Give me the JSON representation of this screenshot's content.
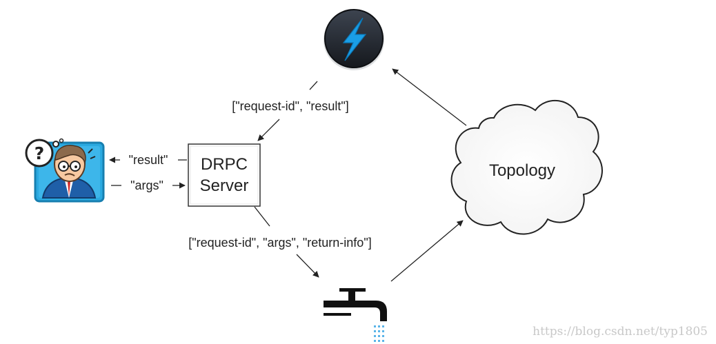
{
  "title_fragment": "",
  "server": {
    "line1": "DRPC",
    "line2": "Server"
  },
  "cloud": {
    "label": "Topology"
  },
  "edges": {
    "to_storm": "[\"request-id\", \"result\"]",
    "to_client": "\"result\"",
    "from_client": "\"args\"",
    "to_spout": "[\"request-id\", \"args\", \"return-info\"]"
  },
  "watermark": "https://blog.csdn.net/typ1805",
  "colors": {
    "storm_bolt": "#1a9ee6",
    "storm_disc": "#222831",
    "client_frame": "#2aa9e0",
    "drip": "#5ab4e8"
  },
  "icons": {
    "storm": "lightning-bolt-icon",
    "client": "confused-man-icon",
    "spout": "faucet-icon"
  }
}
